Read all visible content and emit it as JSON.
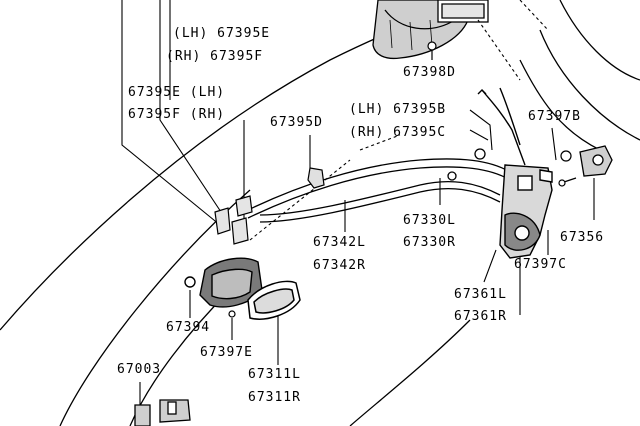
{
  "labels": {
    "lh_67395e": "(LH) 67395E",
    "rh_67395f": "(RH) 67395F",
    "p67398d": "67398D",
    "p67395e_lh": "67395E (LH)",
    "p67395f_rh": "67395F (RH)",
    "lh_67395b": "(LH) 67395B",
    "rh_67395c": "(RH) 67395C",
    "p67397b": "67397B",
    "p67395d": "67395D",
    "p67330l": "67330L",
    "p67330r": "67330R",
    "p67356": "67356",
    "p67342l": "67342L",
    "p67342r": "67342R",
    "p67397c": "67397C",
    "p67361l": "67361L",
    "p67361r": "67361R",
    "p67394": "67394",
    "p67397e": "67397E",
    "p67003": "67003",
    "p67311l": "67311L",
    "p67311r": "67311R"
  },
  "colors": {
    "ink": "#000000",
    "paper": "#ffffff",
    "shade": "#555555"
  }
}
